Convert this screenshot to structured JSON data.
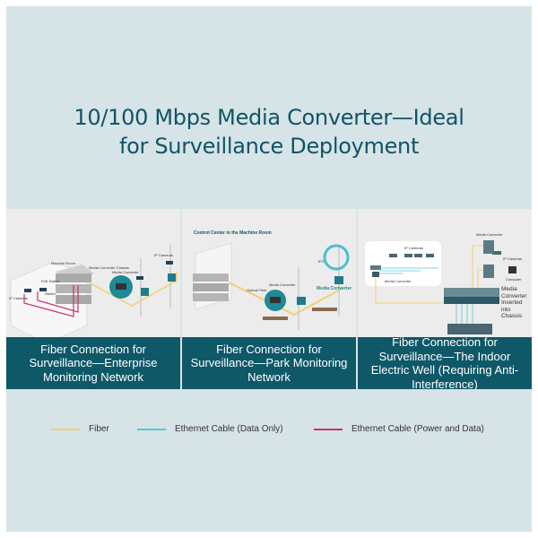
{
  "title": {
    "line1": "10/100 Mbps Media Converter—Ideal",
    "line2": "for Surveillance Deployment"
  },
  "panels": [
    {
      "caption": "Fiber Connection for Surveillance—Enterprise Monitoring Network",
      "labels": {
        "machine_room": "Machine Room",
        "chassis": "Media Converter Chassis",
        "media_converter": "Media Converter",
        "ip_cameras_right": "IP Cameras",
        "poe_switch": "PoE Switch",
        "switch": "Switch",
        "ip_cameras_left": "IP Cameras"
      }
    },
    {
      "caption": "Fiber Connection for Surveillance—Park Monitoring Network",
      "labels": {
        "control_center": "Control Center in the Machine Room",
        "optical_fiber": "Optical Fiber",
        "media_converter": "Media Converter",
        "ipc": "IPC",
        "media_converter_big": "Media Converter"
      }
    },
    {
      "caption": "Fiber Connection for Surveillance—The Indoor Electric Well (Requiring Anti-Interference)",
      "labels": {
        "ip_cameras": "IP Cameras",
        "media_converter_left": "Media Converter",
        "media_converter_top": "Media Converter",
        "ip_cameras_right": "IP Cameras",
        "computer": "Computer",
        "chassis": "Media Converter Inserted into Chassis"
      }
    }
  ],
  "legend": [
    {
      "label": "Fiber",
      "color": "#f2cf6e"
    },
    {
      "label": "Ethernet Cable (Data Only)",
      "color": "#5bc3d6"
    },
    {
      "label": "Ethernet Cable (Power and Data)",
      "color": "#c8336f"
    }
  ]
}
